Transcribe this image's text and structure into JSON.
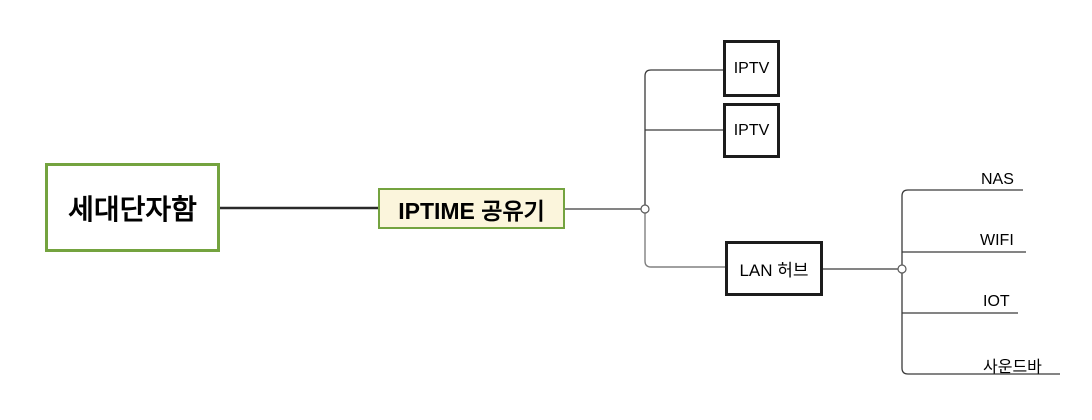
{
  "diagram": {
    "title": "home-network-topology",
    "nodes": {
      "terminal": {
        "label": "세대단자함"
      },
      "router": {
        "label": "IPTIME 공유기"
      },
      "iptv1": {
        "label": "IPTV"
      },
      "iptv2": {
        "label": "IPTV"
      },
      "hub": {
        "label": "LAN 허브"
      }
    },
    "leaves": [
      {
        "label": "NAS"
      },
      {
        "label": "WIFI"
      },
      {
        "label": "IOT"
      },
      {
        "label": "사운드바"
      }
    ],
    "colors": {
      "node_border_green": "#74A33F",
      "router_fill": "#FBF5DC",
      "device_border_black": "#1C1C1C",
      "line_dark": "#3A3A3A",
      "line_gray": "#808080",
      "background": "#FFFFFF"
    }
  }
}
